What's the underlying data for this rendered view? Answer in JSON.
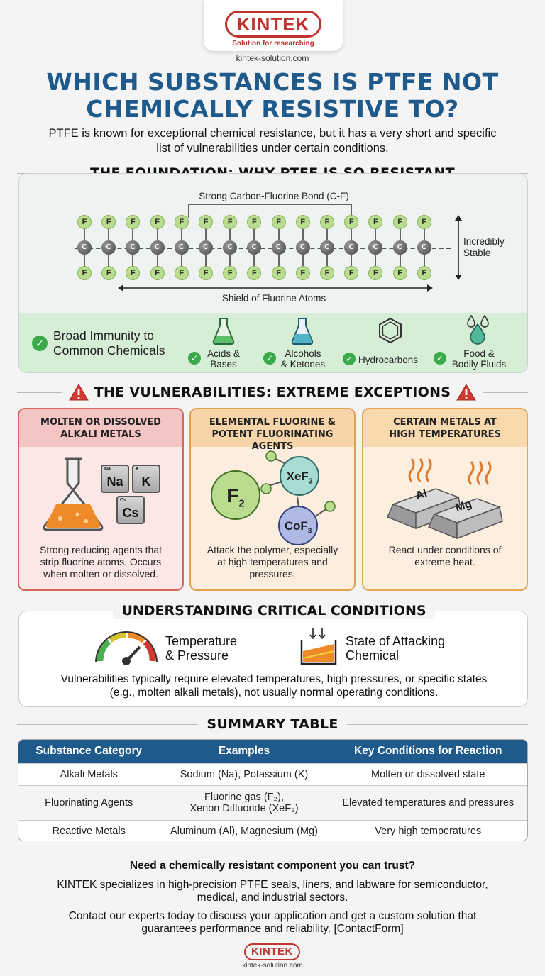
{
  "header": {
    "brand": "KINTEK",
    "tagline": "Solution for researching",
    "url": "kintek-solution.com"
  },
  "title": {
    "line1": "WHICH SUBSTANCES IS PTFE NOT",
    "line2": "CHEMICALLY RESISTIVE TO?",
    "subtitle": "PTFE is known for exceptional chemical resistance, but it has a very short and specific list of vulnerabilities under certain conditions."
  },
  "foundation": {
    "heading": "THE FOUNDATION: WHY PTFE IS SO RESISTANT",
    "bond_label": "Strong Carbon-Fluorine Bond (C-F)",
    "stable_label_1": "Incredibly",
    "stable_label_2": "Stable",
    "shield_label": "Shield of Fluorine Atoms",
    "atom_f": "F",
    "atom_c": "C",
    "immunity_line1": "Broad Immunity to",
    "immunity_line2": "Common Chemicals",
    "immunity_items": [
      {
        "l1": "Acids &",
        "l2": "Bases",
        "icon": "flask-green-icon"
      },
      {
        "l1": "Alcohols",
        "l2": "& Ketones",
        "icon": "flask-blue-icon"
      },
      {
        "l1": "Hydrocarbons",
        "l2": "",
        "icon": "benzene-ring-icon"
      },
      {
        "l1": "Food &",
        "l2": "Bodily Fluids",
        "icon": "droplets-icon"
      }
    ]
  },
  "vulnerabilities": {
    "heading": "THE VULNERABILITIES: EXTREME EXCEPTIONS",
    "cards": [
      {
        "title1": "MOLTEN OR DISSOLVED",
        "title2": "ALKALI METALS",
        "desc1": "Strong reducing agents that",
        "desc2": "strip fluorine atoms. Occurs",
        "desc3": "when molten or dissolved.",
        "elements": [
          {
            "mini": "Na",
            "sym": "Na"
          },
          {
            "mini": "K",
            "sym": "K"
          },
          {
            "mini": "Cs",
            "sym": "Cs"
          }
        ]
      },
      {
        "title1": "ELEMENTAL FLUORINE &",
        "title2": "POTENT FLUORINATING AGENTS",
        "desc1": "Attack the polymer, especially",
        "desc2": "at high temperatures and",
        "desc3": "pressures.",
        "mol_f2": "F",
        "mol_f2_sub": "2",
        "mol_xef2": "XeF",
        "mol_xef2_sub": "2",
        "mol_cof3": "CoF",
        "mol_cof3_sub": "3"
      },
      {
        "title1": "CERTAIN METALS AT",
        "title2": "HIGH TEMPERATURES",
        "desc1": "React under conditions of",
        "desc2": "extreme heat.",
        "ingot1": "Al",
        "ingot2": "Mg"
      }
    ]
  },
  "conditions": {
    "heading": "UNDERSTANDING CRITICAL CONDITIONS",
    "item1_l1": "Temperature",
    "item1_l2": "& Pressure",
    "item2_l1": "State of Attacking",
    "item2_l2": "Chemical",
    "note1": "Vulnerabilities typically require elevated temperatures, high pressures, or specific states",
    "note2": "(e.g., molten alkali metals), not usually normal operating conditions."
  },
  "summary": {
    "heading": "SUMMARY TABLE",
    "columns": [
      "Substance Category",
      "Examples",
      "Key Conditions for Reaction"
    ],
    "rows": [
      {
        "category": "Alkali Metals",
        "examples": "Sodium (Na), Potassium (K)",
        "conditions": "Molten or dissolved state"
      },
      {
        "category": "Fluorinating Agents",
        "ex_line1": "Fluorine gas (F₂),",
        "ex_line2": "Xenon Difluoride (XeF₂)",
        "conditions": "Elevated temperatures and pressures"
      },
      {
        "category": "Reactive Metals",
        "examples": "Aluminum (Al), Magnesium (Mg)",
        "conditions": "Very high temperatures"
      }
    ]
  },
  "cta": {
    "question": "Need a chemically resistant component you can trust?",
    "p1_l1": "KINTEK specializes in high-precision PTFE seals, liners, and labware for semiconductor,",
    "p1_l2": "medical, and industrial sectors.",
    "p2_l1": "Contact our experts today to discuss your application and get a custom solution that",
    "p2_l2": "guarantees performance and reliability. [ContactForm]"
  },
  "footer": {
    "brand": "KINTEK",
    "url": "kintek-solution.com"
  },
  "colors": {
    "brand_red": "#c0332f",
    "title_blue": "#1f5a8c",
    "check_green": "#39a94a",
    "fluorine_green": "#b9dc8f"
  }
}
